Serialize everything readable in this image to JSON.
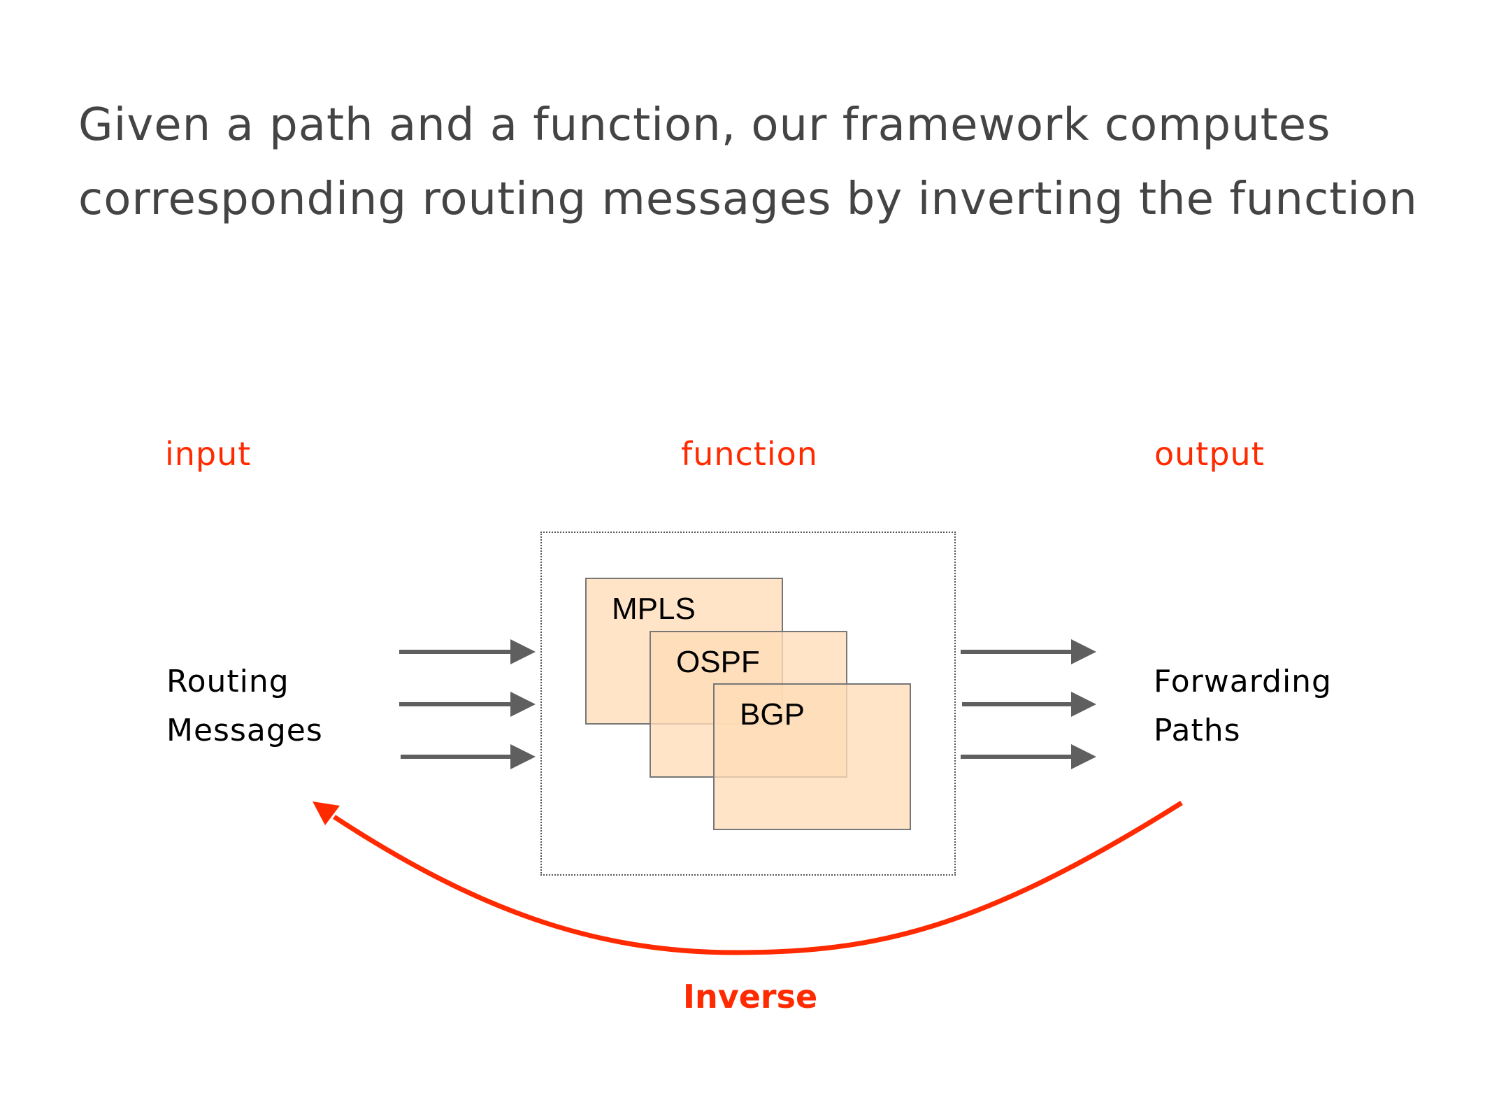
{
  "title": {
    "line1": "Given a path and a function, our framework computes",
    "line2": "corresponding routing messages by inverting the function"
  },
  "labels": {
    "input": "input",
    "function": "function",
    "output": "output",
    "inverse": "Inverse"
  },
  "input_block": {
    "line1": "Routing",
    "line2": "Messages",
    "arrow_count": 3
  },
  "output_block": {
    "line1": "Forwarding",
    "line2": "Paths",
    "arrow_count": 3
  },
  "function_block": {
    "protocols": [
      "MPLS",
      "OSPF",
      "BGP"
    ]
  },
  "colors": {
    "accent": "#ff2a00",
    "title_text": "#444444",
    "protocol_fill": "#ffe2c8",
    "arrow": "#5f5f5f"
  }
}
